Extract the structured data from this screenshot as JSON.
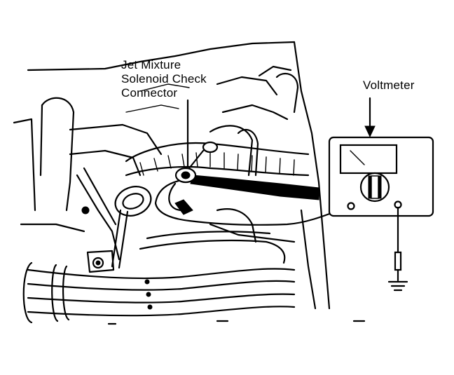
{
  "labels": {
    "connector_line1": "Jet Mixture",
    "connector_line2": "Solenoid Check",
    "connector_line3": "Connector",
    "voltmeter": "Voltmeter"
  }
}
